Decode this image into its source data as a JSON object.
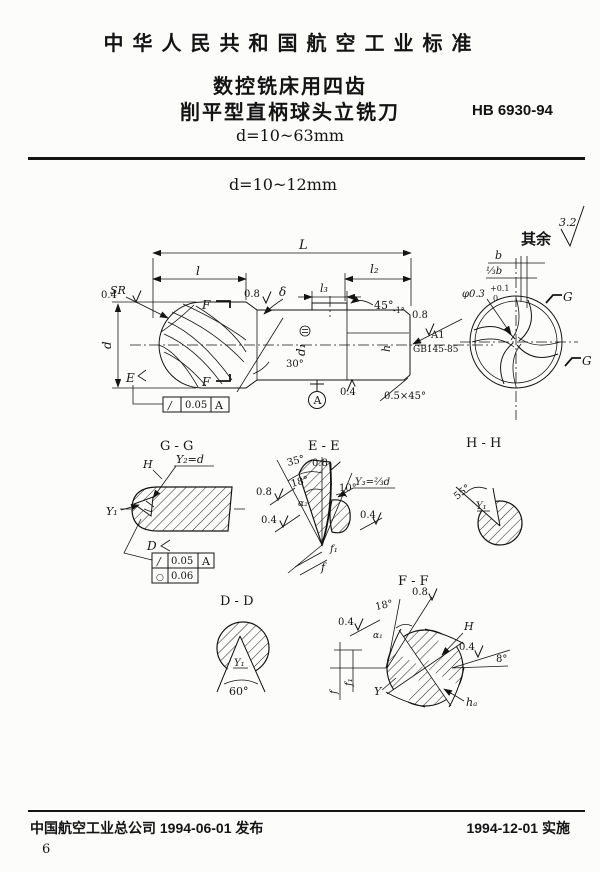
{
  "header": {
    "standard_title": "中华人民共和国航空工业标准",
    "product_title_line1": "数控铣床用四齿",
    "product_title_line2": "削平型直柄球头立铣刀",
    "standard_code": "HB 6930-94",
    "size_range": "d=10~63mm",
    "variant": "d=10~12mm"
  },
  "note": {
    "rest": "其余",
    "ra": "3.2"
  },
  "main": {
    "L": "L",
    "l": "l",
    "l2": "l₂",
    "l3": "l₃",
    "d": "d",
    "d1": "d₁",
    "h": "h",
    "sr": "SR",
    "delta": "δ",
    "a30": "30°",
    "a45": "45°",
    "a45t": "-1°",
    "r04a": "0.4",
    "r04b": "0.4",
    "r08a": "0.8",
    "r08b": "0.8",
    "chamfer": "0.5×45°",
    "hole": "A1",
    "hole_std": "GB145-85",
    "datum": "A",
    "tp_sym": "/",
    "tp_val": "0.05",
    "tp_ref": "A",
    "e": "E",
    "f": "F"
  },
  "end": {
    "b": "b",
    "b13": "⅓b",
    "dia": "φ0.3",
    "dia_up": "+0.1",
    "dia_dn": "0",
    "g": "G"
  },
  "gg": {
    "title": "G - G",
    "h": "H",
    "y2": "Y₂=d",
    "y1": "Y₁",
    "d": "D",
    "r1_sym": "/",
    "r1_val": "0.05",
    "r1_ref": "A",
    "r2_sym": "○",
    "r2_val": "0.06"
  },
  "ee": {
    "title": "E - E",
    "a35": "35°",
    "a18": "18°",
    "a10": "10°",
    "y3": "Y₃=⅔d",
    "alpha": "α₂",
    "r08a": "0.8",
    "r08b": "0.8",
    "r04a": "0.4",
    "r04b": "0.4",
    "f1": "f₁",
    "f": "f"
  },
  "hh": {
    "title": "H - H",
    "a55": "55°",
    "y1": "Y₁"
  },
  "dd": {
    "title": "D - D",
    "a60": "60°",
    "y1": "Y₁"
  },
  "ff": {
    "title": "F - F",
    "r08": "0.8",
    "a18": "18°",
    "r04a": "0.4",
    "r04b": "0.4",
    "alpha": "α₁",
    "h": "H",
    "a8": "8°",
    "y": "Y",
    "ha": "hₐ",
    "f": "f",
    "f1": "f₁"
  },
  "footer": {
    "issue": "中国航空工业总公司 1994-06-01 发布",
    "implement": "1994-12-01 实施",
    "page_number": "6"
  }
}
